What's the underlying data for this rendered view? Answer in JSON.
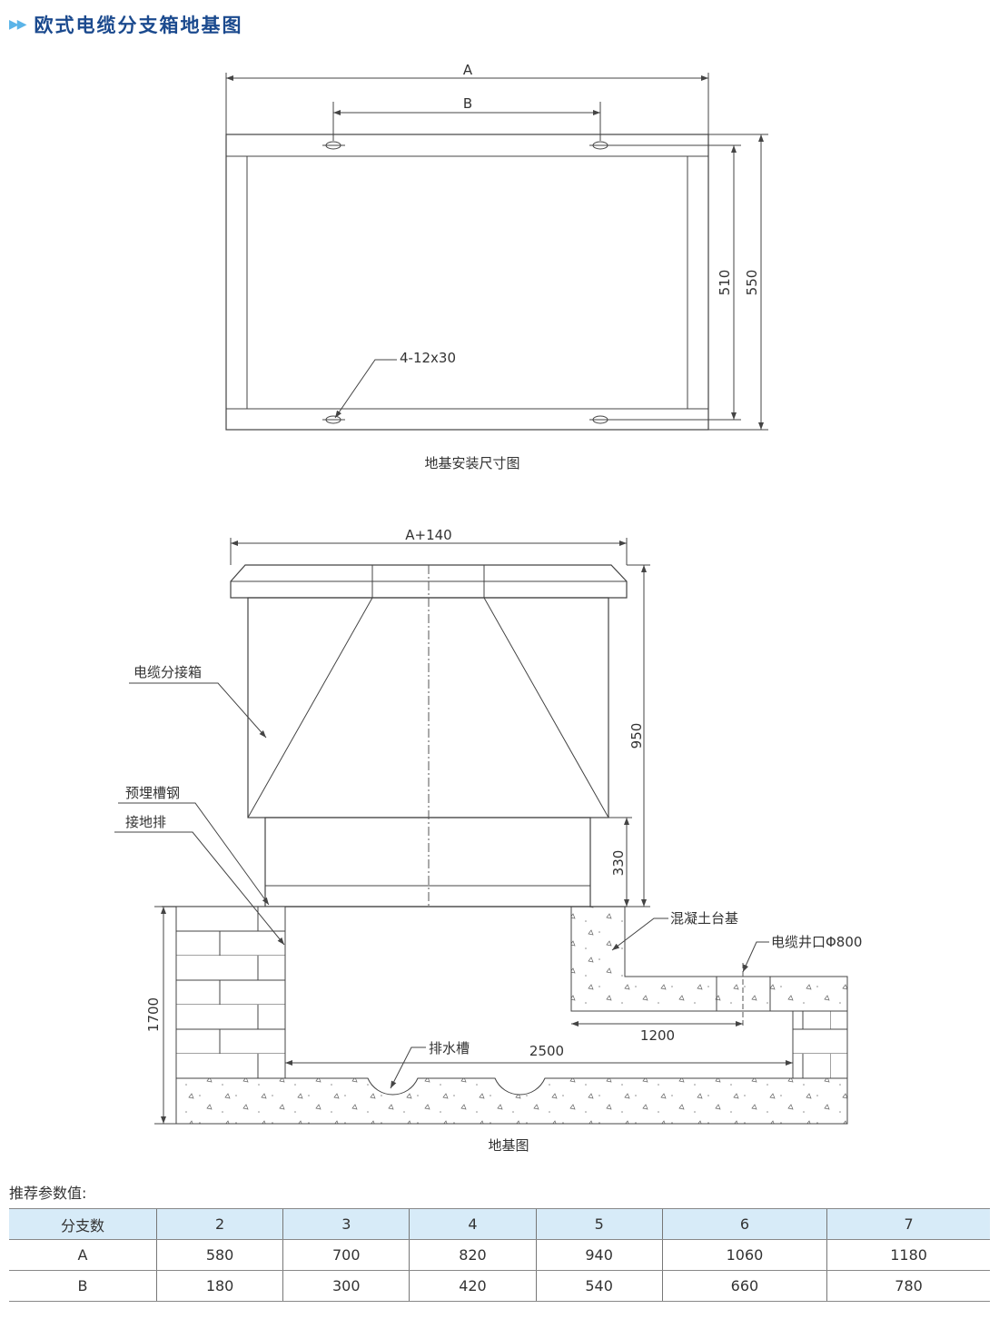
{
  "title": "欧式电缆分支箱地基图",
  "top_drawing": {
    "dim_a": "A",
    "dim_b": "B",
    "dim_510": "510",
    "dim_550": "550",
    "hole_label": "4-12x30",
    "caption": "地基安装尺寸图"
  },
  "bottom_drawing": {
    "dim_width": "A+140",
    "dim_950": "950",
    "dim_330": "330",
    "dim_1700": "1700",
    "dim_1200": "1200",
    "dim_2500": "2500",
    "label_box": "电缆分接箱",
    "label_channel_steel": "预埋槽钢",
    "label_ground_bar": "接地排",
    "label_concrete": "混凝土台基",
    "label_cable_well": "电缆井口Φ800",
    "label_drain": "排水槽",
    "caption": "地基图"
  },
  "params": {
    "label": "推荐参数值:",
    "header": [
      "分支数",
      "2",
      "3",
      "4",
      "5",
      "6",
      "7"
    ],
    "rows": [
      [
        "A",
        "580",
        "700",
        "820",
        "940",
        "1060",
        "1180"
      ],
      [
        "B",
        "180",
        "300",
        "420",
        "540",
        "660",
        "780"
      ]
    ]
  }
}
